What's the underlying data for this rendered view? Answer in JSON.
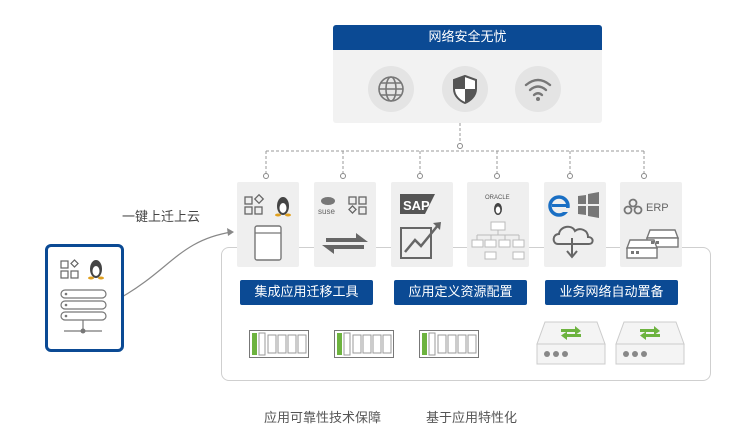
{
  "security": {
    "title": "网络安全无忧"
  },
  "icons": {
    "globe": "globe-icon",
    "shield": "shield-icon",
    "wifi": "wifi-icon",
    "apps": "app-grid-icon",
    "linux": "linux-penguin-icon",
    "suse": "suse-logo",
    "sap": "SAP",
    "oracle": "ORACLE",
    "ie": "ie-logo",
    "windows": "windows-logo",
    "erp": "ERP"
  },
  "left": {
    "cloud_text": "一键上迁上云"
  },
  "labels": {
    "migration": "集成应用迁移工具",
    "resource": "应用定义资源配置",
    "network": "业务网络自动置备"
  },
  "captions": {
    "reliability": "应用可靠性技术保障",
    "personalization": "基于应用特性化"
  },
  "colors": {
    "brand": "#0b4a94",
    "accent_green": "#6db33f",
    "panel_gray": "#efefef"
  }
}
